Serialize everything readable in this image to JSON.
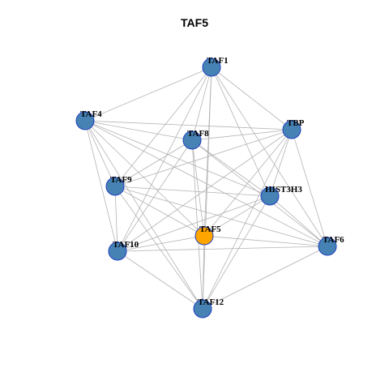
{
  "title": "TAF5",
  "colors": {
    "node_default": "#4682b4",
    "node_focus": "#ffa500",
    "node_border": "#1f3fbf",
    "edge": "#b3b3b3"
  },
  "focus_node": "TAF5",
  "nodes": [
    "TAF1",
    "TAF4",
    "TBP",
    "TAF8",
    "TAF9",
    "HIST3H3",
    "TAF5",
    "TAF10",
    "TAF6",
    "TAF12"
  ],
  "edges": [
    [
      "TAF1",
      "TAF4"
    ],
    [
      "TAF1",
      "TBP"
    ],
    [
      "TAF1",
      "TAF8"
    ],
    [
      "TAF1",
      "TAF9"
    ],
    [
      "TAF1",
      "HIST3H3"
    ],
    [
      "TAF1",
      "TAF5"
    ],
    [
      "TAF1",
      "TAF10"
    ],
    [
      "TAF1",
      "TAF6"
    ],
    [
      "TAF1",
      "TAF12"
    ],
    [
      "TAF4",
      "TBP"
    ],
    [
      "TAF4",
      "TAF8"
    ],
    [
      "TAF4",
      "TAF9"
    ],
    [
      "TAF4",
      "HIST3H3"
    ],
    [
      "TAF4",
      "TAF5"
    ],
    [
      "TAF4",
      "TAF10"
    ],
    [
      "TAF4",
      "TAF6"
    ],
    [
      "TAF4",
      "TAF12"
    ],
    [
      "TBP",
      "TAF8"
    ],
    [
      "TBP",
      "TAF9"
    ],
    [
      "TBP",
      "HIST3H3"
    ],
    [
      "TBP",
      "TAF5"
    ],
    [
      "TBP",
      "TAF10"
    ],
    [
      "TBP",
      "TAF6"
    ],
    [
      "TBP",
      "TAF12"
    ],
    [
      "TAF8",
      "TAF9"
    ],
    [
      "TAF8",
      "HIST3H3"
    ],
    [
      "TAF8",
      "TAF5"
    ],
    [
      "TAF8",
      "TAF10"
    ],
    [
      "TAF8",
      "TAF6"
    ],
    [
      "TAF8",
      "TAF12"
    ],
    [
      "TAF9",
      "HIST3H3"
    ],
    [
      "TAF9",
      "TAF5"
    ],
    [
      "TAF9",
      "TAF10"
    ],
    [
      "TAF9",
      "TAF6"
    ],
    [
      "TAF9",
      "TAF12"
    ],
    [
      "HIST3H3",
      "TAF5"
    ],
    [
      "HIST3H3",
      "TAF10"
    ],
    [
      "HIST3H3",
      "TAF6"
    ],
    [
      "HIST3H3",
      "TAF12"
    ],
    [
      "TAF5",
      "TAF10"
    ],
    [
      "TAF5",
      "TAF6"
    ],
    [
      "TAF5",
      "TAF12"
    ],
    [
      "TAF10",
      "TAF6"
    ],
    [
      "TAF10",
      "TAF12"
    ],
    [
      "TAF6",
      "TAF12"
    ]
  ]
}
